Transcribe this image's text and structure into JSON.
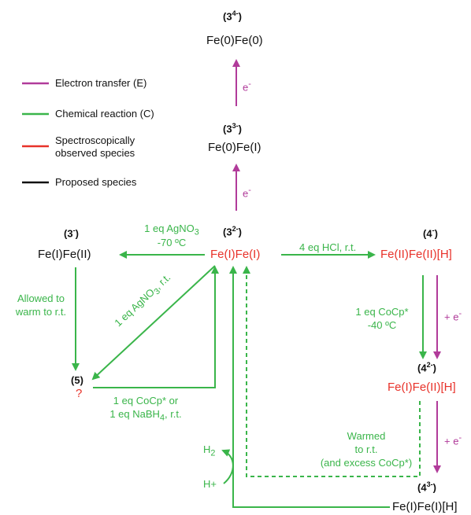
{
  "colors": {
    "electron_transfer": "#b13b9a",
    "chemical_reaction": "#3ab54a",
    "observed": "#e8322a",
    "proposed": "#111111"
  },
  "legend": {
    "electron_transfer": "Electron transfer (E)",
    "chemical_reaction": "Chemical reaction (C)",
    "observed_line1": "Spectroscopically",
    "observed_line2": "observed species",
    "proposed": "Proposed species"
  },
  "species": {
    "s34": {
      "num": "3",
      "charge": "4-",
      "formula": "Fe(0)Fe(0)"
    },
    "s33": {
      "num": "3",
      "charge": "3-",
      "formula": "Fe(0)Fe(I)"
    },
    "s32": {
      "num": "3",
      "charge": "2-",
      "formula": "Fe(I)Fe(I)"
    },
    "s3m": {
      "num": "3",
      "charge": "-",
      "formula": "Fe(I)Fe(II)"
    },
    "s4m": {
      "num": "4",
      "charge": "-",
      "formula": "Fe(II)Fe(II)[H]"
    },
    "s42": {
      "num": "4",
      "charge": "2-",
      "formula": "Fe(I)Fe(II)[H]"
    },
    "s43": {
      "num": "4",
      "charge": "3-",
      "formula": "Fe(I)Fe(I)[H]"
    },
    "s5": {
      "num": "5",
      "formula": "?"
    }
  },
  "reactions": {
    "agno3_line1": "1 eq AgNO",
    "agno3_sub": "3",
    "agno3_line2": "-70 ºC",
    "hcl": "4 eq HCl, r.t.",
    "warm_line1": "Allowed to",
    "warm_line2": "warm to r.t.",
    "agno3_rt": "1 eq AgNO",
    "agno3_rt_sub": "3",
    "agno3_rt_tail": ", r.t.",
    "cocp_line1": "1 eq CoCp* or",
    "cocp_line2a": "1 eq  NaBH",
    "cocp_line2_sub": "4",
    "cocp_line2b": ", r.t.",
    "cocp40_line1": "1 eq CoCp*",
    "cocp40_line2": "-40 ºC",
    "e1": "e",
    "e2": "e",
    "pe1": "+ e",
    "pe2": "+ e",
    "warmed_line1": "Warmed",
    "warmed_line2": "to r.t.",
    "warmed_line3": "(and excess CoCp*)",
    "h2": "H",
    "h2_sub": "2",
    "hplus": "H+"
  }
}
